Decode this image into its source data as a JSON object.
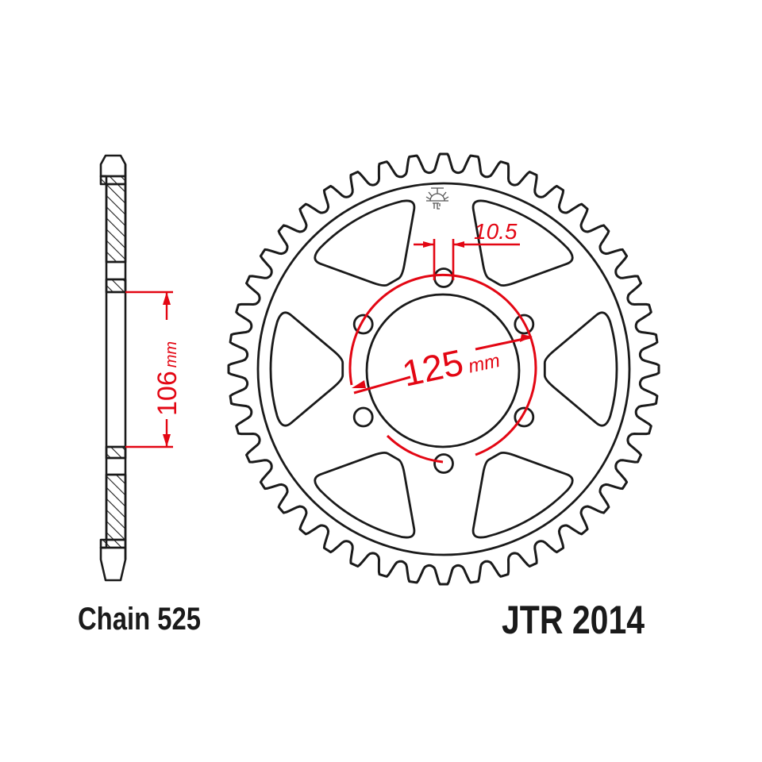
{
  "colors": {
    "outline": "#1a1a1a",
    "dimension": "#e30613",
    "background": "#ffffff"
  },
  "labels": {
    "chain": "Chain 525",
    "part_number": "JTR 2014"
  },
  "dimensions": {
    "hub_spacing": {
      "value": "106",
      "unit": "mm"
    },
    "bolt_circle_diameter": {
      "value": "125",
      "unit": "mm"
    },
    "bolt_hole_diameter": {
      "value": "10.5"
    }
  },
  "sprocket": {
    "teeth": 44,
    "bolt_holes": 6,
    "spokes": 6,
    "logo": "jt-sunburst-logo"
  },
  "views": {
    "side_view": "side-section-view",
    "front_view": "front-view"
  }
}
